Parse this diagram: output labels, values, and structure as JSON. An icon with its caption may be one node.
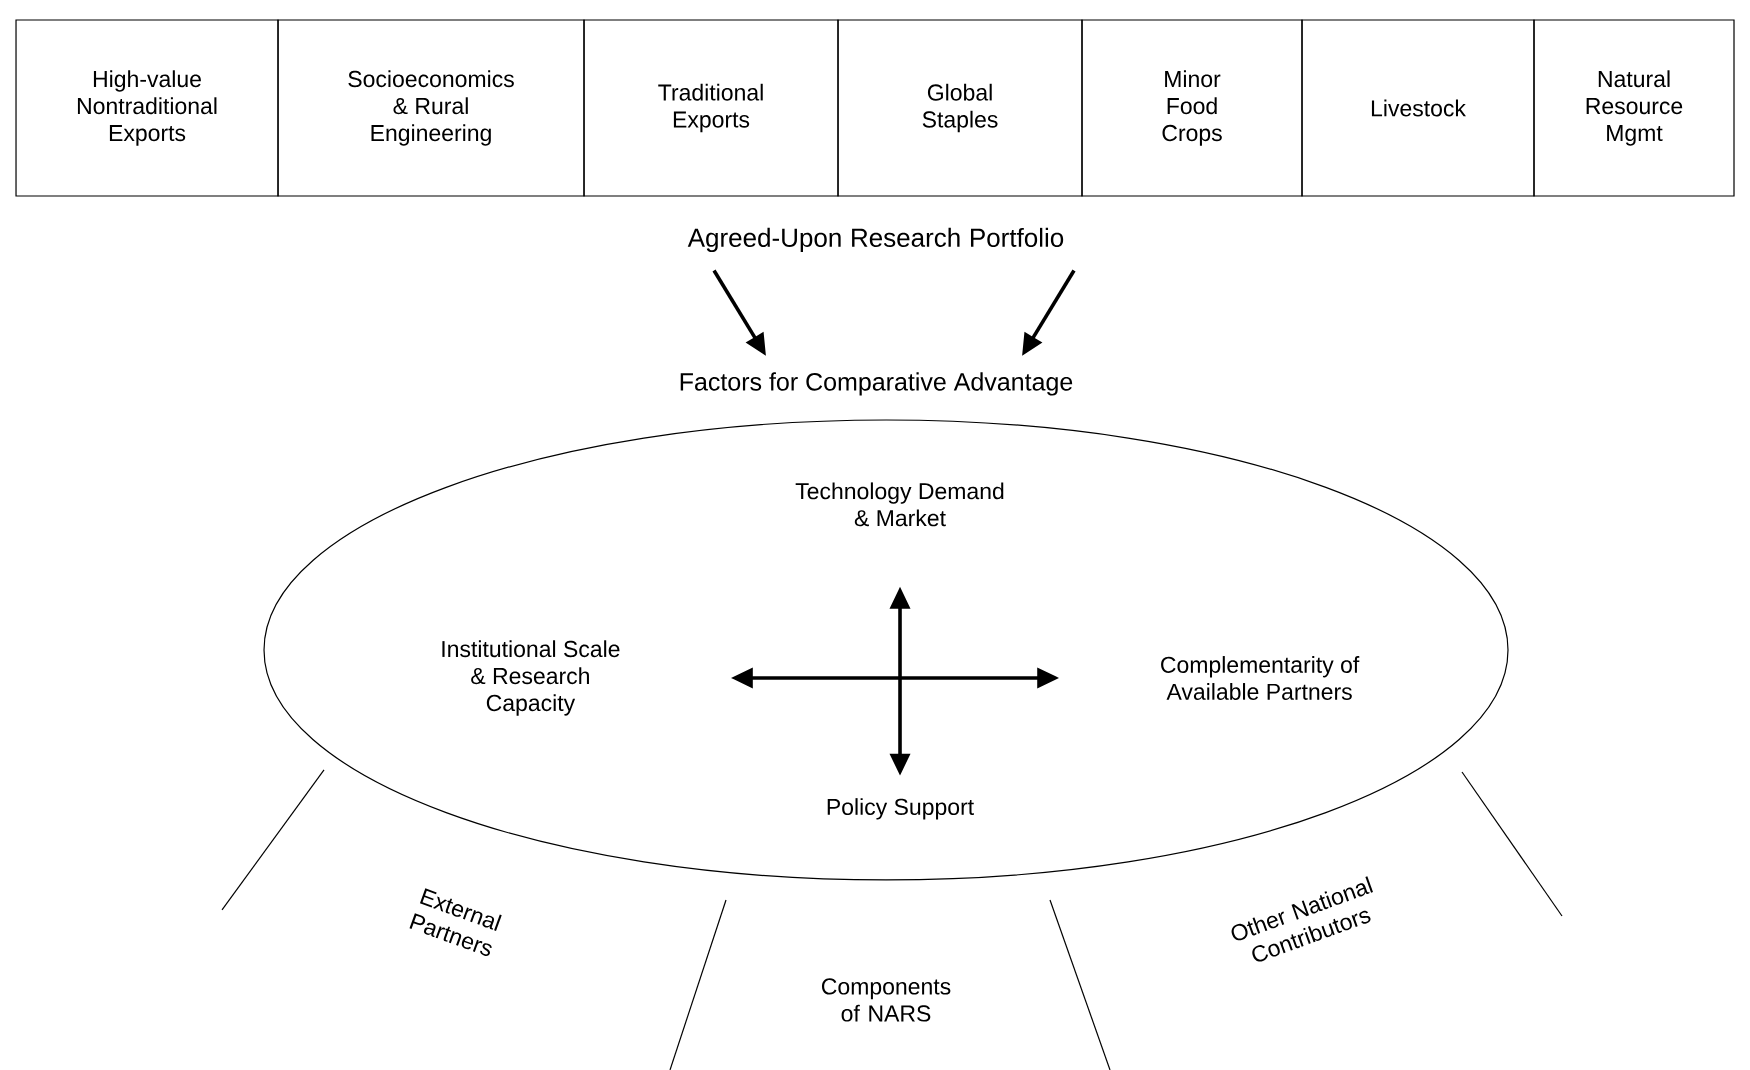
{
  "diagram": {
    "nodes": [
      {
        "text": [
          "High-value Nontraditional Exports"
        ]
      },
      {
        "text": [
          "Socioeconomics & Rural Engineering"
        ]
      },
      {
        "text": [
          "Traditional Exports"
        ]
      },
      {
        "text": [
          "Global Staples"
        ]
      },
      {
        "text": [
          "Minor Food Crops"
        ]
      },
      {
        "text": [
          "Livestock"
        ]
      },
      {
        "text": [
          "Natural Resource Mgmt"
        ]
      },
      {
        "text": [
          "Agreed-Upon Research Portfolio"
        ]
      },
      {
        "text": [
          "Factors for Comparative Advantage"
        ]
      },
      {
        "text": [
          "Technology Demand & Market"
        ],
        "in": 8
      },
      {
        "text": [
          "Institutional Scale & Research Capacity"
        ],
        "in": 8
      },
      {
        "text": [
          "Complementarity of Available Partners"
        ],
        "in": 8
      },
      {
        "text": [
          "Policy Support"
        ],
        "in": 8
      }
    ],
    "edges": [
      {
        "from": 7,
        "to": 8,
        "arrow": "to"
      },
      {
        "from": 7,
        "to": 8,
        "arrow": "to"
      },
      {
        "from": 10,
        "to": 11,
        "arrow": "both"
      },
      {
        "from": 9,
        "to": 12,
        "arrow": "both"
      }
    ],
    "labels": [
      "External Partners",
      "Components of NARS",
      "Other National Contributors"
    ]
  }
}
